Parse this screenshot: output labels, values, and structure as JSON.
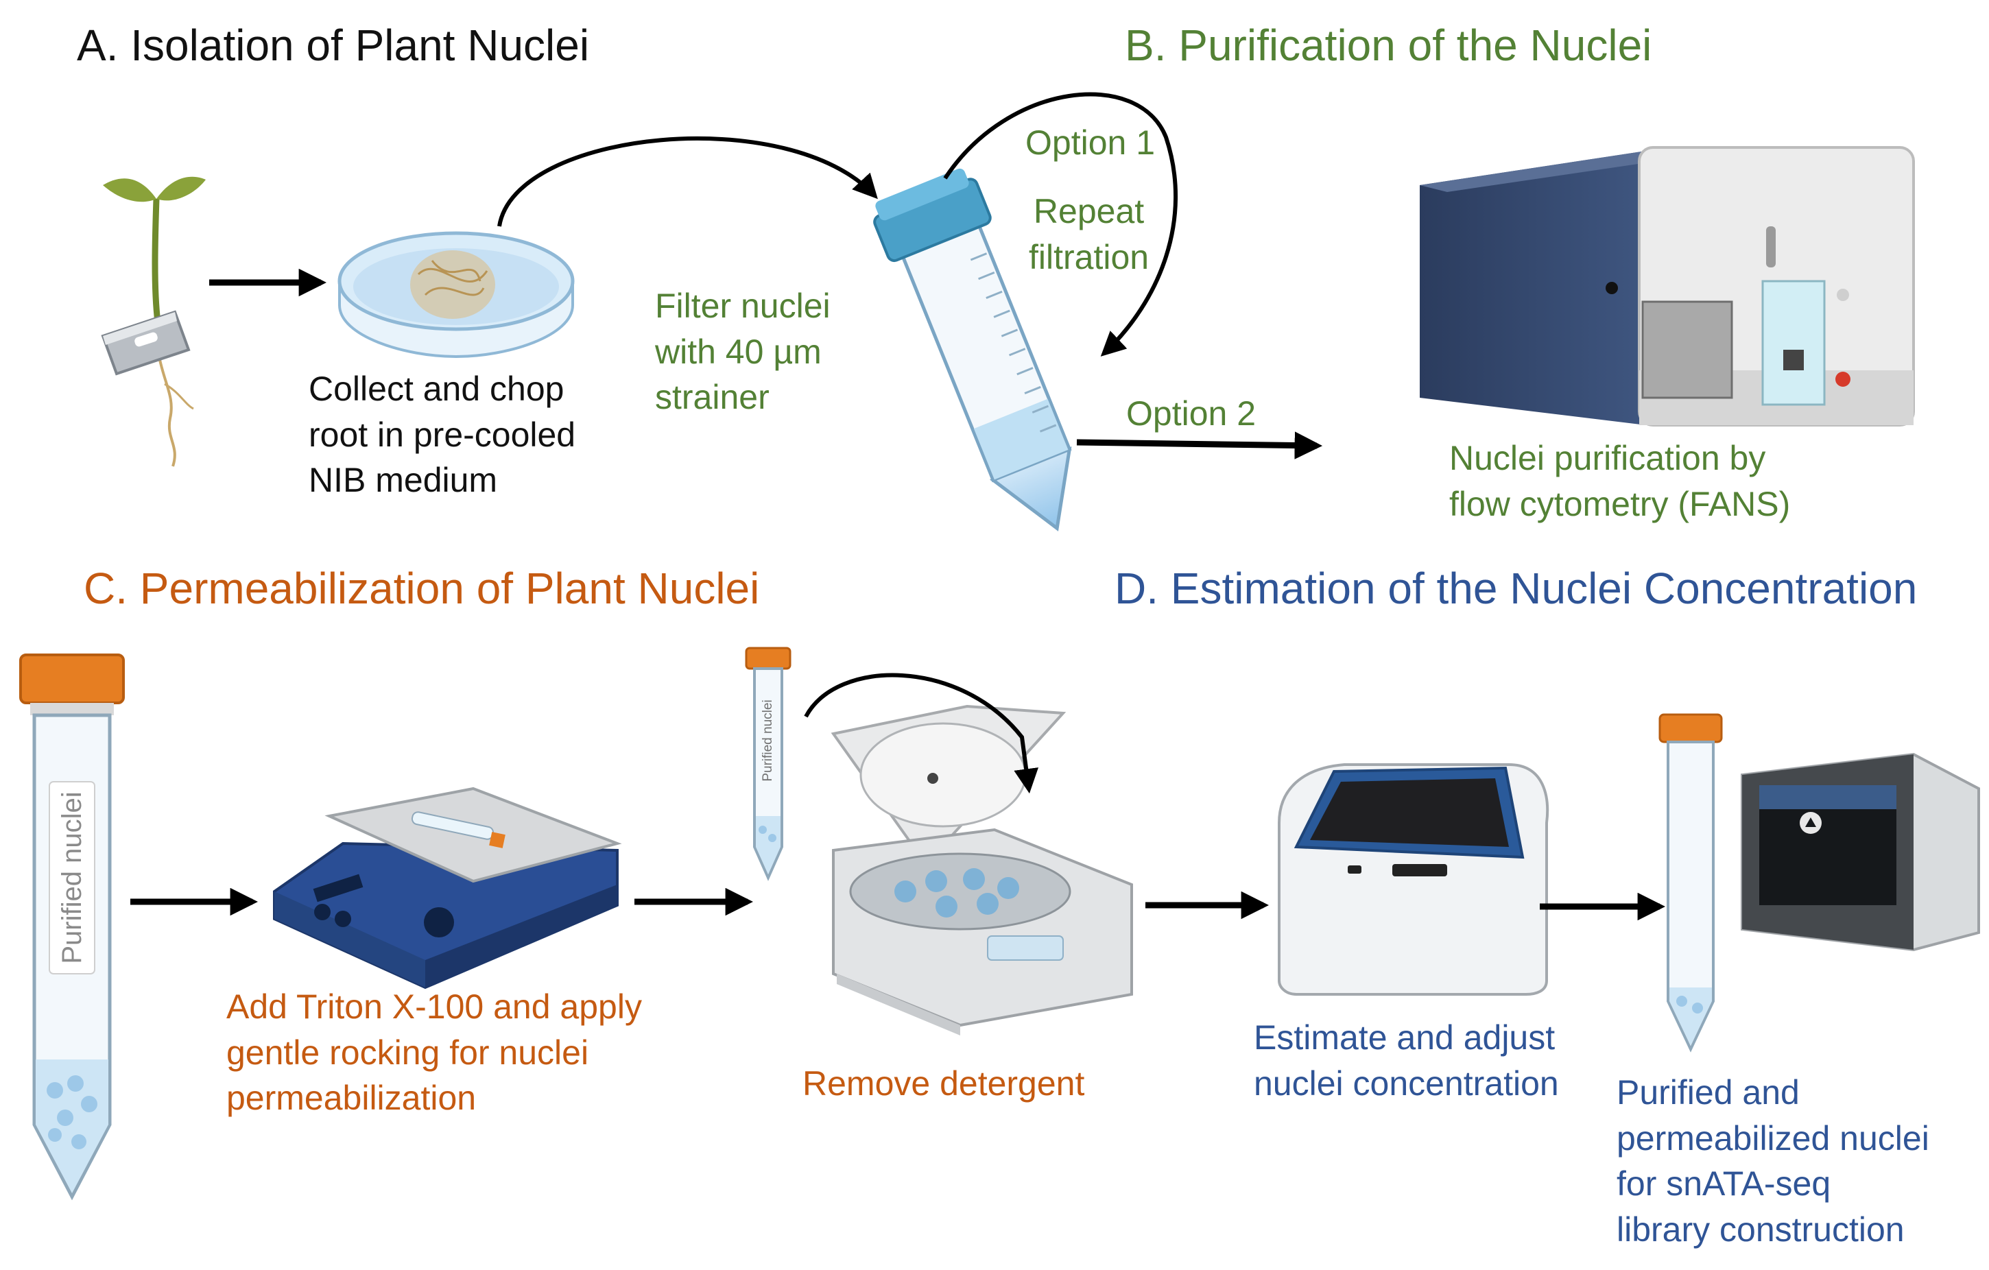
{
  "colors": {
    "black": "#111111",
    "green": "#538135",
    "orange": "#c55a11",
    "blue": "#2f5496"
  },
  "panels": {
    "a": {
      "title": "A. Isolation of Plant Nuclei",
      "step_chop": "Collect and chop\nroot in pre-cooled\nNIB medium",
      "step_filter": "Filter nuclei\nwith 40 µm\nstrainer"
    },
    "b": {
      "title": "B. Purification of the Nuclei",
      "option1": "Option 1",
      "repeat": "Repeat\nfiltration",
      "option2": "Option 2",
      "facs": "Nuclei purification by\nflow cytometry (FANS)"
    },
    "c": {
      "title": "C. Permeabilization of Plant Nuclei",
      "tube_label": "Purified nuclei",
      "small_tube_label": "Purified nuclei",
      "triton": "Add Triton X-100 and apply\ngentle rocking for nuclei\npermeabilization",
      "remove": "Remove detergent"
    },
    "d": {
      "title": "D. Estimation of the Nuclei Concentration",
      "estimate": "Estimate and adjust\nnuclei concentration",
      "final": "Purified and\npermeabilized nuclei\nfor snATA-seq\nlibrary construction"
    }
  },
  "icons": [
    "seedling-icon",
    "razor-blade-icon",
    "petri-dish-icon",
    "conical-tube-icon",
    "flow-cytometer-icon",
    "rocker-shaker-icon",
    "centrifuge-icon",
    "cell-counter-icon",
    "sequencer-icon"
  ]
}
